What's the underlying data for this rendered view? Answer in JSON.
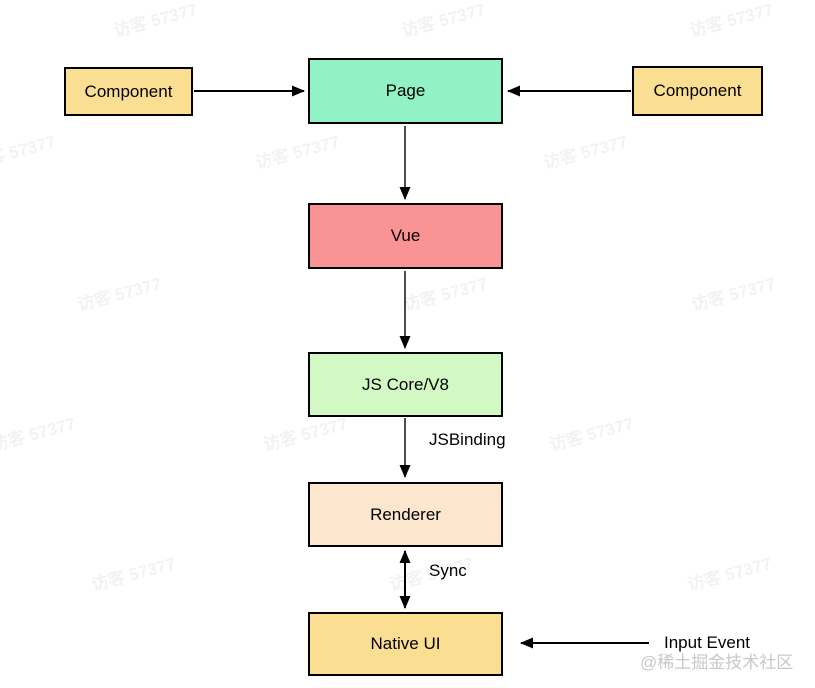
{
  "diagram": {
    "type": "flowchart",
    "nodes": [
      {
        "id": "component-left",
        "label": "Component",
        "fill": "#FADF93"
      },
      {
        "id": "page",
        "label": "Page",
        "fill": "#92F2C5"
      },
      {
        "id": "component-right",
        "label": "Component",
        "fill": "#FADF93"
      },
      {
        "id": "vue",
        "label": "Vue",
        "fill": "#FA9494"
      },
      {
        "id": "js-core-v8",
        "label": "JS Core/V8",
        "fill": "#D2F8C4"
      },
      {
        "id": "renderer",
        "label": "Renderer",
        "fill": "#FCE6CE"
      },
      {
        "id": "native-ui",
        "label": "Native UI",
        "fill": "#FADF93"
      }
    ],
    "edges": [
      {
        "from": "component-left",
        "to": "page",
        "label": "",
        "direction": "right"
      },
      {
        "from": "component-right",
        "to": "page",
        "label": "",
        "direction": "left"
      },
      {
        "from": "page",
        "to": "vue",
        "label": "",
        "direction": "down"
      },
      {
        "from": "vue",
        "to": "js-core-v8",
        "label": "",
        "direction": "down"
      },
      {
        "from": "js-core-v8",
        "to": "renderer",
        "label": "JSBinding",
        "direction": "down"
      },
      {
        "from": "renderer",
        "to": "native-ui",
        "label": "Sync",
        "direction": "both"
      },
      {
        "from": "input-event",
        "to": "native-ui",
        "label": "Input Event",
        "direction": "left"
      }
    ],
    "edge_labels": {
      "jsbinding": "JSBinding",
      "sync": "Sync",
      "input_event": "Input Event"
    },
    "colors": {
      "border": "#000000",
      "arrow": "#000000",
      "background": "#FFFFFF"
    }
  },
  "watermark": {
    "text": "访客 57377",
    "brand": "@稀土掘金技术社区",
    "brand_color": "#C8C8C8"
  }
}
